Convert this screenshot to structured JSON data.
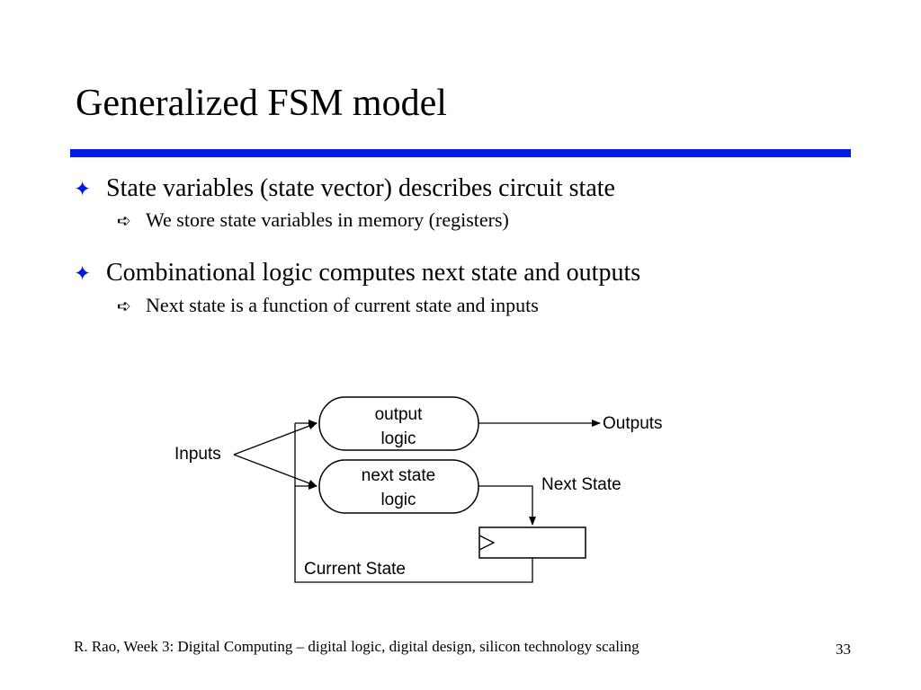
{
  "slide": {
    "title": "Generalized FSM model",
    "accent_color": "#0019e6"
  },
  "bullets": [
    {
      "icon": "four-point-star-icon",
      "text": "State variables (state vector) describes circuit state",
      "sub": {
        "icon": "arrow-right-icon",
        "text": "We store state variables in memory (registers)"
      }
    },
    {
      "icon": "four-point-star-icon",
      "text": "Combinational logic computes next state and outputs",
      "sub": {
        "icon": "arrow-right-icon",
        "text": "Next state is a function of current state and inputs"
      }
    }
  ],
  "diagram": {
    "output_block": {
      "line1": "output",
      "line2": "logic"
    },
    "next_state_block": {
      "line1": "next state",
      "line2": "logic"
    },
    "inputs_label": "Inputs",
    "outputs_label": "Outputs",
    "next_state_label": "Next State",
    "current_state_label": "Current State"
  },
  "footer": {
    "text": "R. Rao, Week 3: Digital Computing – digital logic, digital design, silicon technology scaling",
    "page_number": "33"
  }
}
